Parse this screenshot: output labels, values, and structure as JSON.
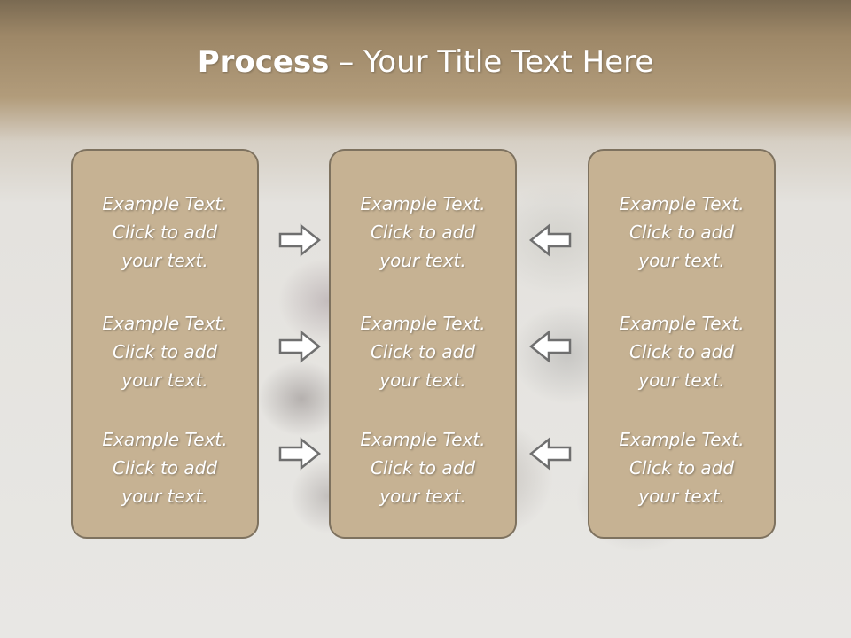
{
  "title": {
    "bold": "Process",
    "rest": " – Your Title Text Here"
  },
  "columns": [
    {
      "items": [
        {
          "lines": [
            "Example Text.",
            "Click  to add",
            "your text."
          ]
        },
        {
          "lines": [
            "Example Text.",
            "Click  to add",
            "your text."
          ]
        },
        {
          "lines": [
            "Example Text.",
            "Click  to add",
            "your text."
          ]
        }
      ]
    },
    {
      "items": [
        {
          "lines": [
            "Example Text.",
            "Click  to add",
            "your text."
          ]
        },
        {
          "lines": [
            "Example Text.",
            "Click  to add",
            "your text."
          ]
        },
        {
          "lines": [
            "Example Text.",
            "Click  to add",
            "your text."
          ]
        }
      ]
    },
    {
      "items": [
        {
          "lines": [
            "Example Text.",
            "Click  to add",
            "your text."
          ]
        },
        {
          "lines": [
            "Example Text.",
            "Click  to add",
            "your text."
          ]
        },
        {
          "lines": [
            "Example Text.",
            "Click  to add",
            "your text."
          ]
        }
      ]
    }
  ],
  "arrows": {
    "left_group": [
      "arrow-right-icon",
      "arrow-right-icon",
      "arrow-right-icon"
    ],
    "right_group": [
      "arrow-left-icon",
      "arrow-left-icon",
      "arrow-left-icon"
    ]
  },
  "colors": {
    "box_fill": "#c6b293",
    "box_border": "#7e725f",
    "header": "#9d8767",
    "text": "#ffffff"
  }
}
